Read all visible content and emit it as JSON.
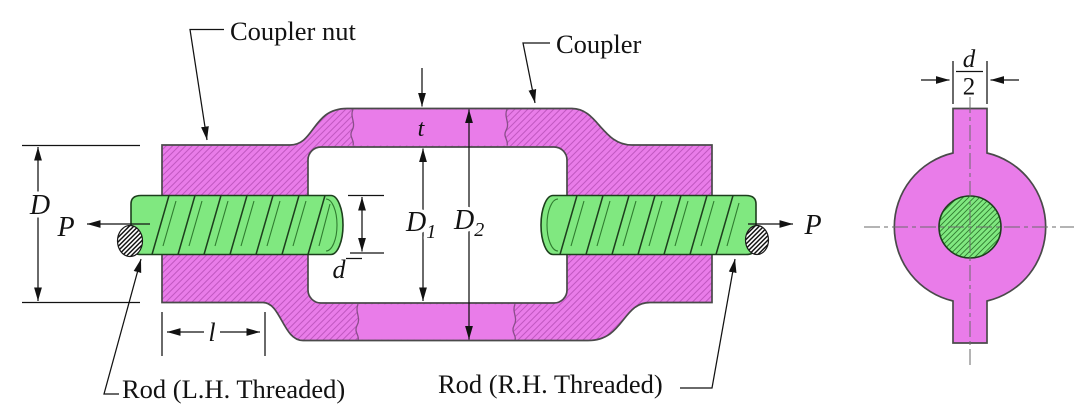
{
  "labels": {
    "coupler_nut": "Coupler nut",
    "coupler": "Coupler",
    "rod_lh": "Rod (L.H. Threaded)",
    "rod_rh": "Rod (R.H. Threaded)"
  },
  "dims": {
    "D": "D",
    "D1": {
      "base": "D",
      "sub": "1"
    },
    "D2": {
      "base": "D",
      "sub": "2"
    },
    "t": "t",
    "d": "d",
    "l": "l",
    "P_left": "P",
    "P_right": "P",
    "d_half": {
      "num": "d",
      "den": "2"
    }
  },
  "colors": {
    "coupler-fill": "#E97CE9",
    "coupler-hatch": "#C158C1",
    "break-line": "#8A4E8A",
    "rod-fill": "#80E880",
    "rod-edge": "#1D3F1D",
    "rod-root": "#2F7C2F",
    "outline": "#4A4A4A",
    "dim": "#121212",
    "centerline": "#6A6A6A"
  }
}
